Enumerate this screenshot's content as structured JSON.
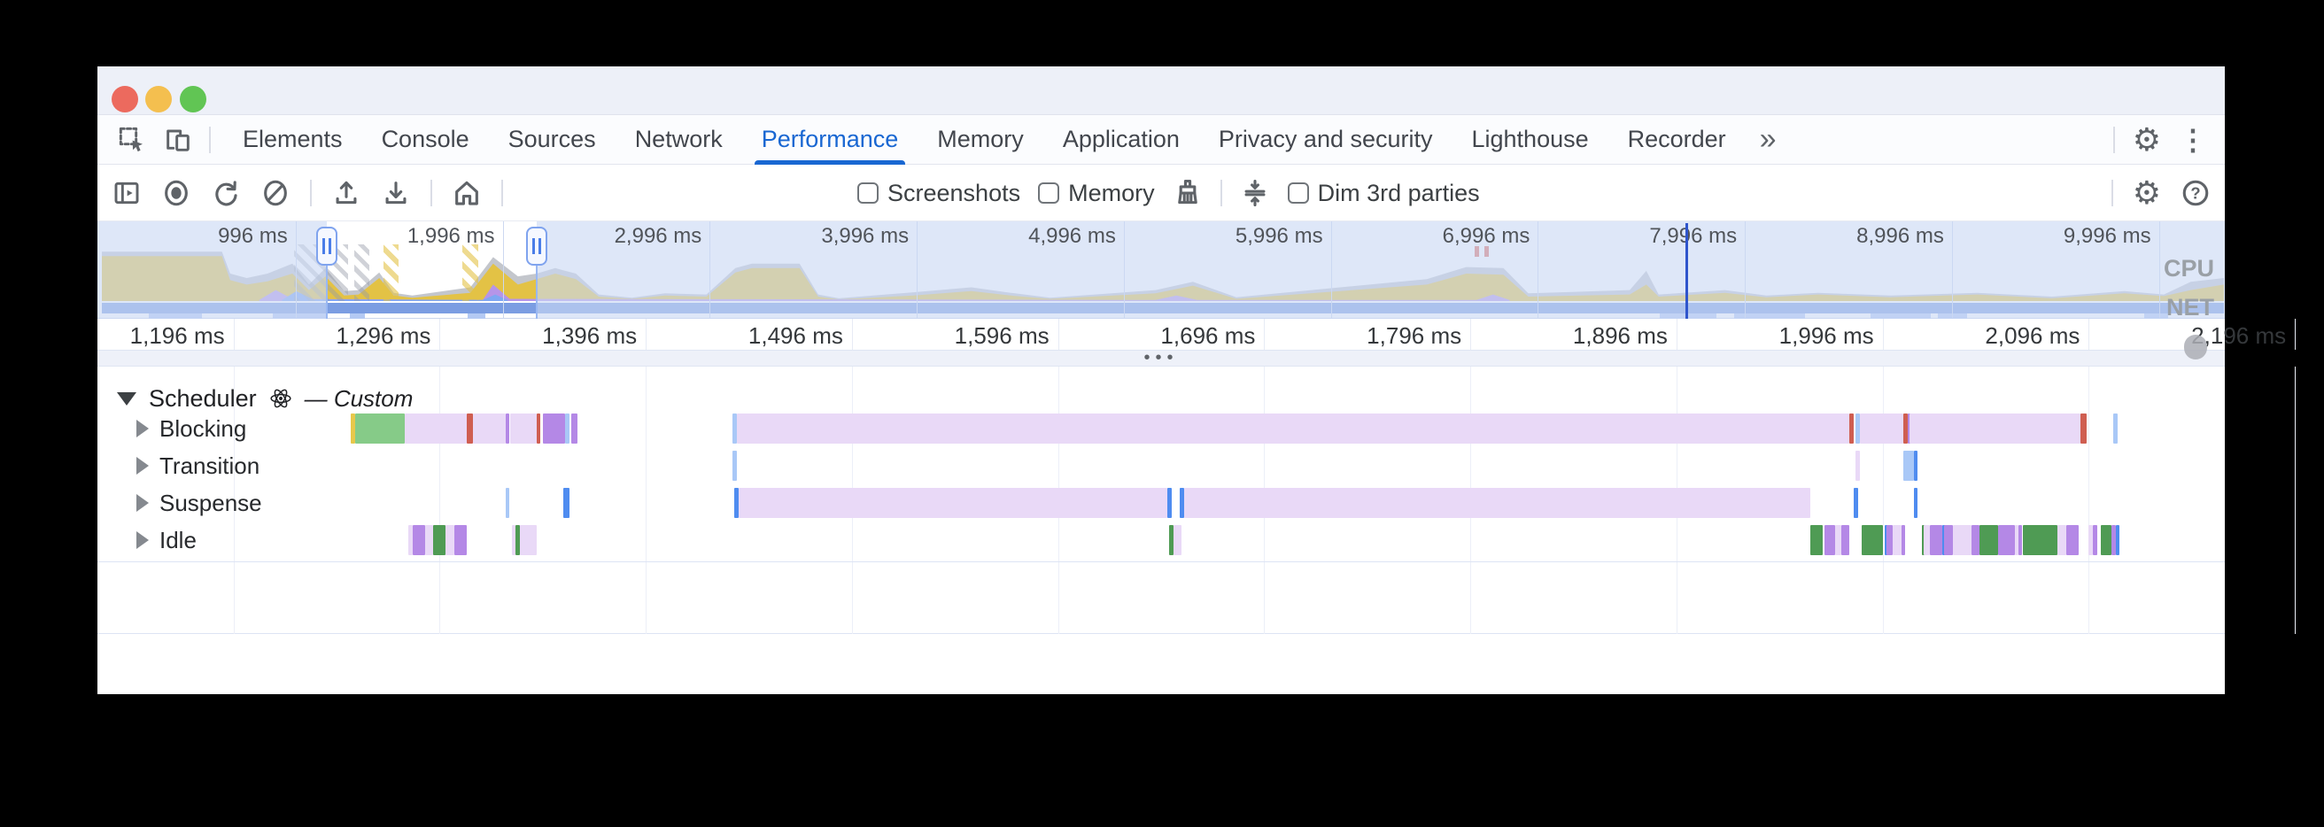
{
  "window": {
    "traffic_lights": [
      "close",
      "minimize",
      "zoom"
    ]
  },
  "tab_bar": {
    "icons": [
      "inspect-icon",
      "device-toolbar-icon"
    ],
    "tabs": [
      {
        "label": "Elements",
        "selected": false
      },
      {
        "label": "Console",
        "selected": false
      },
      {
        "label": "Sources",
        "selected": false
      },
      {
        "label": "Network",
        "selected": false
      },
      {
        "label": "Performance",
        "selected": true
      },
      {
        "label": "Memory",
        "selected": false
      },
      {
        "label": "Application",
        "selected": false
      },
      {
        "label": "Privacy and security",
        "selected": false
      },
      {
        "label": "Lighthouse",
        "selected": false
      },
      {
        "label": "Recorder",
        "selected": false
      }
    ],
    "overflow_chevron": "»",
    "right_icons": [
      "settings-gear-icon",
      "kebab-menu-icon"
    ]
  },
  "toolbar": {
    "left_icons": [
      "toggle-sidebar-icon",
      "record-icon",
      "reload-record-icon",
      "clear-icon",
      "separator",
      "upload-profile-icon",
      "download-profile-icon",
      "separator",
      "home-live-metrics-icon",
      "separator"
    ],
    "checkboxes": [
      {
        "label": "Screenshots",
        "checked": false
      },
      {
        "label": "Memory",
        "checked": false
      },
      {
        "label": "Dim 3rd parties",
        "checked": false
      }
    ],
    "gc_icon": "collect-garbage-icon",
    "compress_icon": "collapse-flame-icon",
    "right_icons": [
      "settings-gear-icon",
      "help-icon"
    ],
    "gear_glyph": "⚙",
    "kebab_glyph": "⋮",
    "help_glyph": "?"
  },
  "overview": {
    "domain_ms": [
      60,
      10310
    ],
    "ticks": [
      {
        "ms": 996,
        "label": "996 ms"
      },
      {
        "ms": 1996,
        "label": "1,996 ms"
      },
      {
        "ms": 2996,
        "label": "2,996 ms"
      },
      {
        "ms": 3996,
        "label": "3,996 ms"
      },
      {
        "ms": 4996,
        "label": "4,996 ms"
      },
      {
        "ms": 5996,
        "label": "5,996 ms"
      },
      {
        "ms": 6996,
        "label": "6,996 ms"
      },
      {
        "ms": 7996,
        "label": "7,996 ms"
      },
      {
        "ms": 8996,
        "label": "8,996 ms"
      },
      {
        "ms": 9996,
        "label": "9,996 ms"
      }
    ],
    "cpu_label": "CPU",
    "net_label": "NET",
    "selection_ms": [
      1146,
      2159
    ],
    "playhead_ms": 7709,
    "long_task_tick_ms": [
      6690,
      6740
    ],
    "hatches": [
      {
        "range": [
          990,
          1250
        ],
        "kind": "gray"
      },
      {
        "range": [
          1280,
          1350
        ],
        "kind": "gray"
      },
      {
        "range": [
          1420,
          1495
        ],
        "kind": "yellow"
      },
      {
        "range": [
          1800,
          1880
        ],
        "kind": "yellow"
      }
    ],
    "net_segments": [
      [
        286,
        542
      ],
      [
        885,
        1141
      ],
      [
        1257,
        1330
      ],
      [
        1826,
        1912
      ],
      [
        7587,
        7857
      ],
      [
        7946,
        8285
      ],
      [
        8605,
        8896
      ],
      [
        8930,
        9071
      ],
      [
        9924,
        10040
      ]
    ],
    "cpu_layers": [
      {
        "name": "other-gray",
        "color": "#c3c6cc",
        "points": [
          [
            60,
            0.9
          ],
          [
            640,
            0.9
          ],
          [
            680,
            0.5
          ],
          [
            760,
            0.42
          ],
          [
            860,
            0.5
          ],
          [
            980,
            0.68
          ],
          [
            1060,
            0.3
          ],
          [
            1140,
            0.6
          ],
          [
            1230,
            0.18
          ],
          [
            1300,
            0.2
          ],
          [
            1400,
            0.52
          ],
          [
            1470,
            0.15
          ],
          [
            1560,
            0.1
          ],
          [
            1840,
            0.25
          ],
          [
            1950,
            0.8
          ],
          [
            2070,
            0.45
          ],
          [
            2160,
            0.5
          ],
          [
            2250,
            0.6
          ],
          [
            2350,
            0.5
          ],
          [
            2460,
            0.12
          ],
          [
            2620,
            0.06
          ],
          [
            2780,
            0.14
          ],
          [
            2980,
            0.12
          ],
          [
            3120,
            0.6
          ],
          [
            3200,
            0.68
          ],
          [
            3430,
            0.68
          ],
          [
            3520,
            0.12
          ],
          [
            3620,
            0.05
          ],
          [
            3980,
            0.16
          ],
          [
            4260,
            0.25
          ],
          [
            4450,
            0.15
          ],
          [
            4640,
            0.06
          ],
          [
            5150,
            0.2
          ],
          [
            5330,
            0.35
          ],
          [
            5540,
            0.07
          ],
          [
            6460,
            0.4
          ],
          [
            6650,
            0.62
          ],
          [
            6830,
            0.6
          ],
          [
            6950,
            0.14
          ],
          [
            7440,
            0.2
          ],
          [
            7520,
            0.55
          ],
          [
            7580,
            0.12
          ],
          [
            7900,
            0.2
          ],
          [
            8100,
            0.1
          ],
          [
            8350,
            0.15
          ],
          [
            8700,
            0.1
          ],
          [
            9120,
            0.15
          ],
          [
            9480,
            0.08
          ],
          [
            9830,
            0.18
          ],
          [
            10020,
            0.12
          ],
          [
            10150,
            0.35
          ],
          [
            10310,
            0.42
          ]
        ]
      },
      {
        "name": "scripting-yellow",
        "color": "#e3c245",
        "points": [
          [
            60,
            0.82
          ],
          [
            640,
            0.82
          ],
          [
            680,
            0.38
          ],
          [
            760,
            0.3
          ],
          [
            860,
            0.36
          ],
          [
            980,
            0.5
          ],
          [
            1060,
            0.2
          ],
          [
            1140,
            0.45
          ],
          [
            1230,
            0.1
          ],
          [
            1300,
            0.12
          ],
          [
            1400,
            0.42
          ],
          [
            1470,
            0.1
          ],
          [
            1560,
            0.06
          ],
          [
            1840,
            0.15
          ],
          [
            1950,
            0.68
          ],
          [
            2070,
            0.3
          ],
          [
            2160,
            0.4
          ],
          [
            2250,
            0.5
          ],
          [
            2350,
            0.4
          ],
          [
            2460,
            0.08
          ],
          [
            2620,
            0.04
          ],
          [
            2780,
            0.1
          ],
          [
            2980,
            0.08
          ],
          [
            3120,
            0.52
          ],
          [
            3200,
            0.6
          ],
          [
            3430,
            0.6
          ],
          [
            3520,
            0.08
          ],
          [
            3620,
            0.03
          ],
          [
            3980,
            0.1
          ],
          [
            4260,
            0.18
          ],
          [
            4450,
            0.1
          ],
          [
            4640,
            0.04
          ],
          [
            5150,
            0.14
          ],
          [
            5330,
            0.28
          ],
          [
            5540,
            0.04
          ],
          [
            6460,
            0.3
          ],
          [
            6650,
            0.5
          ],
          [
            6830,
            0.48
          ],
          [
            6950,
            0.08
          ],
          [
            7440,
            0.12
          ],
          [
            7520,
            0.3
          ],
          [
            7580,
            0.08
          ],
          [
            7900,
            0.15
          ],
          [
            8100,
            0.07
          ],
          [
            8350,
            0.12
          ],
          [
            8700,
            0.07
          ],
          [
            9120,
            0.12
          ],
          [
            9480,
            0.05
          ],
          [
            9830,
            0.14
          ],
          [
            10020,
            0.09
          ],
          [
            10150,
            0.2
          ],
          [
            10310,
            0.3
          ]
        ]
      },
      {
        "name": "rendering-purple",
        "color": "#b695e8",
        "points": [
          [
            820,
            0.02
          ],
          [
            900,
            0.2
          ],
          [
            980,
            0.04
          ],
          [
            1900,
            0.02
          ],
          [
            1950,
            0.3
          ],
          [
            2030,
            0.04
          ],
          [
            5150,
            0.02
          ],
          [
            5250,
            0.1
          ],
          [
            5350,
            0.02
          ],
          [
            6700,
            0.02
          ],
          [
            6780,
            0.12
          ],
          [
            6860,
            0.02
          ]
        ]
      },
      {
        "name": "loading-blue",
        "color": "#7fa7f2",
        "points": [
          [
            930,
            0.02
          ],
          [
            1000,
            0.18
          ],
          [
            1080,
            0.03
          ],
          [
            1900,
            0.02
          ],
          [
            1960,
            0.12
          ],
          [
            2020,
            0.02
          ]
        ]
      }
    ]
  },
  "ruler": {
    "domain_ms": [
      1130,
      2162
    ],
    "ticks": [
      {
        "ms": 1196,
        "label": "1,196 ms"
      },
      {
        "ms": 1296,
        "label": "1,296 ms"
      },
      {
        "ms": 1396,
        "label": "1,396 ms"
      },
      {
        "ms": 1496,
        "label": "1,496 ms"
      },
      {
        "ms": 1596,
        "label": "1,596 ms"
      },
      {
        "ms": 1696,
        "label": "1,696 ms"
      },
      {
        "ms": 1796,
        "label": "1,796 ms"
      },
      {
        "ms": 1896,
        "label": "1,896 ms"
      },
      {
        "ms": 1996,
        "label": "1,996 ms"
      },
      {
        "ms": 2096,
        "label": "2,096 ms"
      },
      {
        "ms": 2196,
        "label": "2,196 ms",
        "partial": true
      }
    ]
  },
  "divider_dots": "•••",
  "tracks": {
    "header": {
      "name": "Scheduler",
      "icon": "react-atom-icon",
      "suffix": "— Custom"
    },
    "rows": [
      {
        "label": "Blocking",
        "segments": [
          [
            1253,
            1255,
            "yellow"
          ],
          [
            1255,
            1279,
            "green_light"
          ],
          [
            1279,
            1309,
            "lavender"
          ],
          [
            1309,
            1312,
            "red"
          ],
          [
            1312,
            1328,
            "lavender"
          ],
          [
            1328,
            1330,
            "purple"
          ],
          [
            1330,
            1343,
            "lavender"
          ],
          [
            1343,
            1345,
            "red"
          ],
          [
            1346,
            1357,
            "purple"
          ],
          [
            1357,
            1359,
            "lightblue"
          ],
          [
            1360,
            1363,
            "purple"
          ],
          [
            1438,
            1440,
            "lightblue"
          ],
          [
            1440,
            1980,
            "lavender"
          ],
          [
            1980,
            1982,
            "red"
          ],
          [
            1983,
            1985,
            "lightblue"
          ],
          [
            1985,
            2006,
            "lavender"
          ],
          [
            2006,
            2008,
            "red"
          ],
          [
            2008,
            2009,
            "purple"
          ],
          [
            2009,
            2092,
            "lavender"
          ],
          [
            2092,
            2095,
            "red"
          ],
          [
            2108,
            2110,
            "lightblue"
          ]
        ]
      },
      {
        "label": "Transition",
        "segments": [
          [
            1438,
            1440,
            "lightblue"
          ],
          [
            1983,
            1985,
            "lavender"
          ],
          [
            2006,
            2011,
            "lightblue"
          ],
          [
            2011,
            2013,
            "blue"
          ]
        ]
      },
      {
        "label": "Suspense",
        "segments": [
          [
            1328,
            1330,
            "lightblue"
          ],
          [
            1356,
            1359,
            "blue"
          ],
          [
            1439,
            1441,
            "blue"
          ],
          [
            1441,
            1649,
            "lavender"
          ],
          [
            1649,
            1651,
            "blue"
          ],
          [
            1655,
            1657,
            "blue"
          ],
          [
            1657,
            1961,
            "lavender"
          ],
          [
            1982,
            1984,
            "blue"
          ],
          [
            2011,
            2013,
            "blue"
          ]
        ]
      },
      {
        "label": "Idle",
        "segments": [
          [
            1281,
            1283,
            "lavender"
          ],
          [
            1283,
            1289,
            "purple"
          ],
          [
            1289,
            1293,
            "lavender"
          ],
          [
            1293,
            1299,
            "green"
          ],
          [
            1299,
            1303,
            "lavender"
          ],
          [
            1303,
            1309,
            "purple"
          ],
          [
            1331,
            1333,
            "lavender"
          ],
          [
            1333,
            1335,
            "green"
          ],
          [
            1335,
            1343,
            "lavender"
          ],
          [
            1650,
            1652,
            "green"
          ],
          [
            1652,
            1656,
            "lavender"
          ],
          [
            1961,
            1967,
            "green"
          ],
          [
            1968,
            1973,
            "purple"
          ],
          [
            1973,
            1976,
            "lavender"
          ],
          [
            1976,
            1980,
            "purple"
          ],
          [
            1986,
            1996,
            "green"
          ],
          [
            1997,
            1998,
            "blue"
          ],
          [
            1998,
            2001,
            "purple"
          ],
          [
            2001,
            2005,
            "lavender"
          ],
          [
            2005,
            2006,
            "purple"
          ],
          [
            2015,
            2016,
            "green"
          ],
          [
            2016,
            2019,
            "lavender"
          ],
          [
            2019,
            2025,
            "purple"
          ],
          [
            2025,
            2026,
            "blue"
          ],
          [
            2026,
            2030,
            "purple"
          ],
          [
            2030,
            2039,
            "lavender"
          ],
          [
            2039,
            2043,
            "purple"
          ],
          [
            2043,
            2052,
            "green"
          ],
          [
            2052,
            2060,
            "purple"
          ],
          [
            2060,
            2062,
            "lavender"
          ],
          [
            2062,
            2063,
            "purple"
          ],
          [
            2064,
            2081,
            "green"
          ],
          [
            2081,
            2085,
            "lavender"
          ],
          [
            2085,
            2091,
            "purple"
          ],
          [
            2096,
            2098,
            "lavender"
          ],
          [
            2098,
            2100,
            "purple"
          ],
          [
            2102,
            2107,
            "green"
          ],
          [
            2107,
            2109,
            "purple"
          ],
          [
            2109,
            2110,
            "blue"
          ]
        ]
      }
    ]
  },
  "colors": {
    "accent": "#1967d2",
    "traffic_close": "#ec6a5e",
    "traffic_min": "#f4bf4f",
    "traffic_zoom": "#61c554",
    "lavender": "#e9d9f7",
    "purple": "#b488e6",
    "green": "#4f9b54",
    "green_light": "#86cb88",
    "red": "#cf5e51",
    "yellow": "#e7c84b",
    "blue": "#4f8cf0",
    "lightblue": "#a9c8f7"
  }
}
